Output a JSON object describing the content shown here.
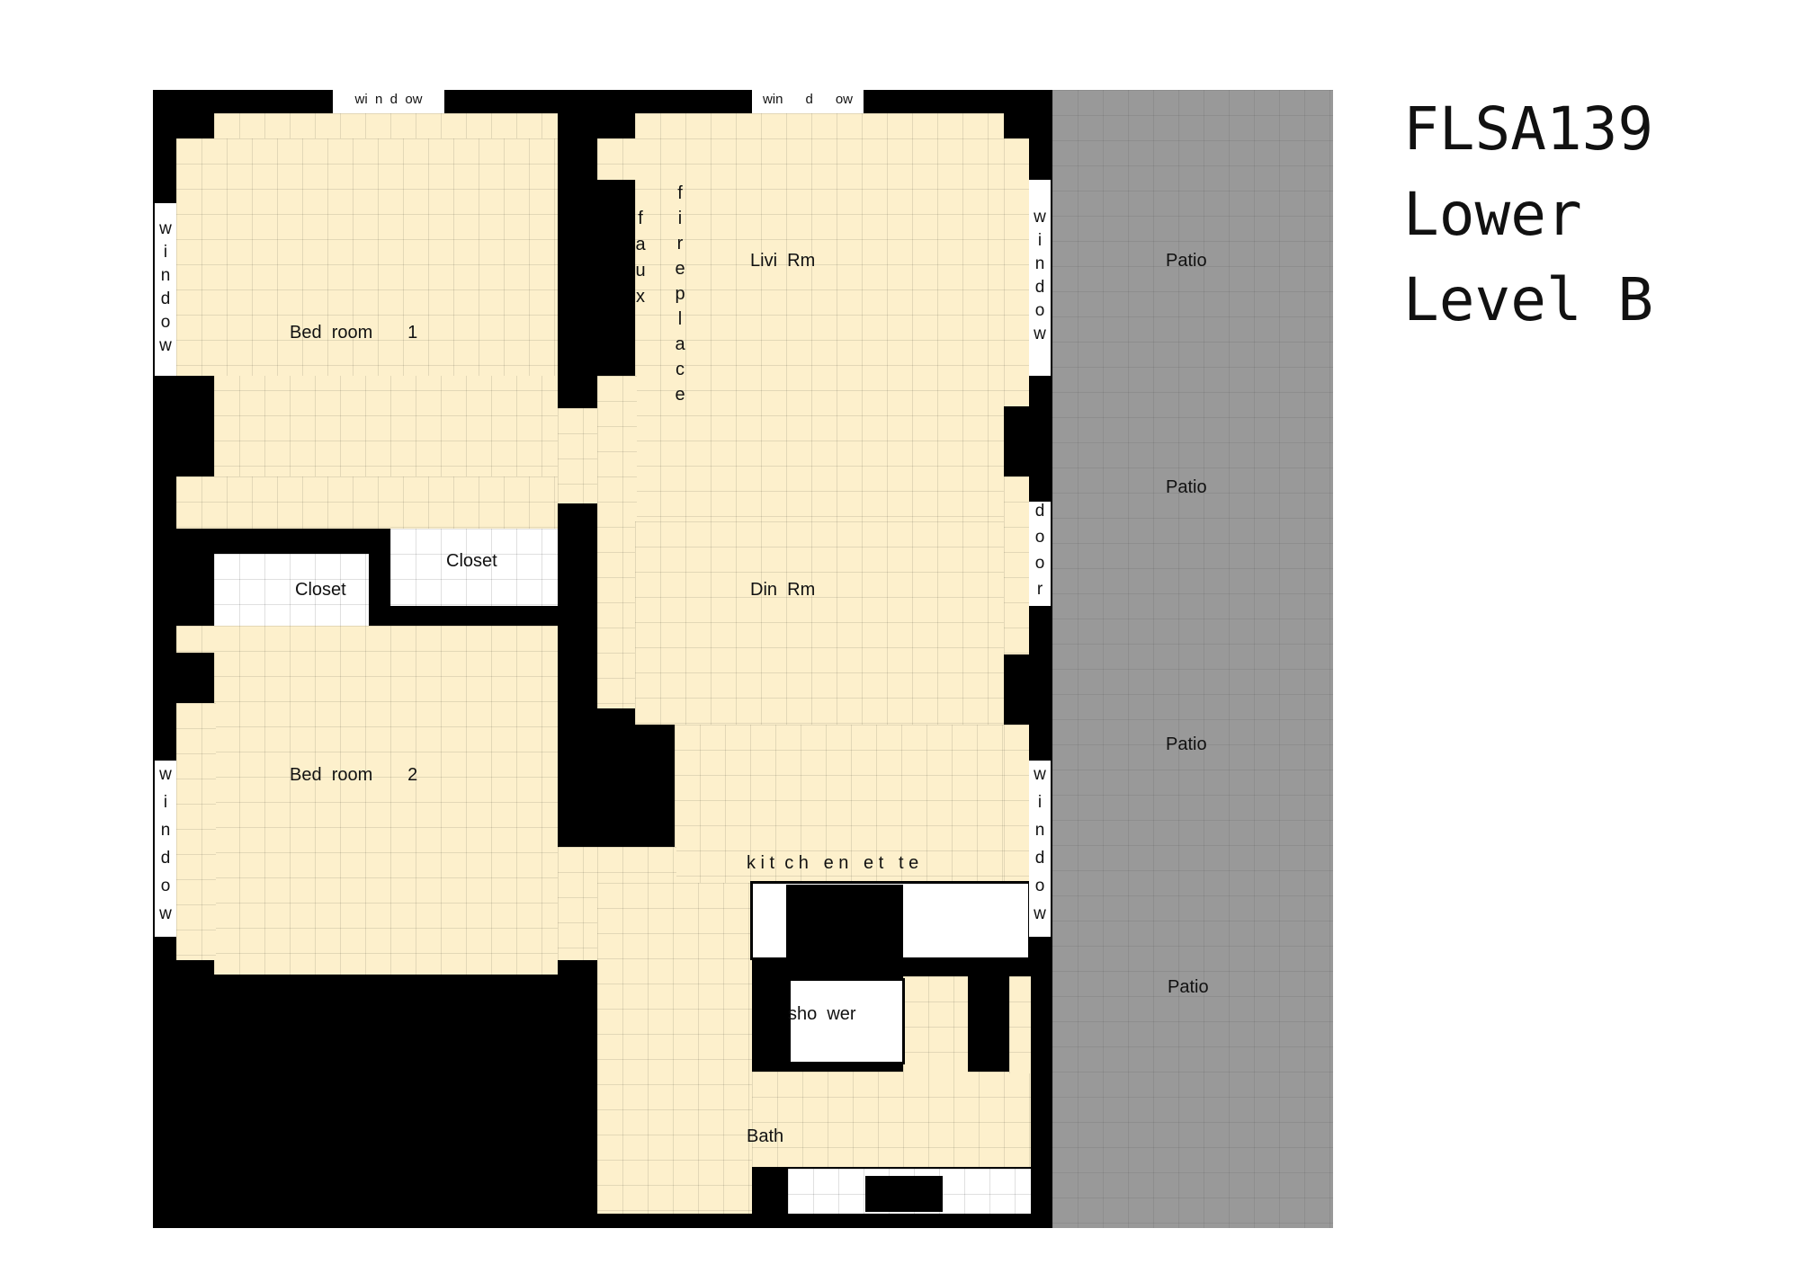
{
  "title": {
    "line1": "FLSA139",
    "line2": "Lower",
    "line3": "Level B"
  },
  "rooms": {
    "bedroom1": "Bed  room       1",
    "bedroom2": "Bed  room       2",
    "closet_left": "Closet",
    "closet_right": "Closet",
    "living": "Livi  Rm",
    "dining": "Din  Rm",
    "kitchenette": "k i t  c h   e n   e t   t e",
    "shower": "sho  wer",
    "bath": "Bath",
    "faux": "faux",
    "fireplace": "fireplace"
  },
  "windows": {
    "top_bedroom": "wi  n  d  ow",
    "top_living": "win      d      ow",
    "left_upper": "window",
    "left_lower": "window",
    "right_upper": "window",
    "right_lower": "window",
    "door": "door"
  },
  "patio": {
    "labels": [
      "Patio",
      "Patio",
      "Patio",
      "Patio"
    ]
  },
  "colors": {
    "floor": "#fdf0cc",
    "wall": "#000000",
    "patio": "#999999"
  }
}
